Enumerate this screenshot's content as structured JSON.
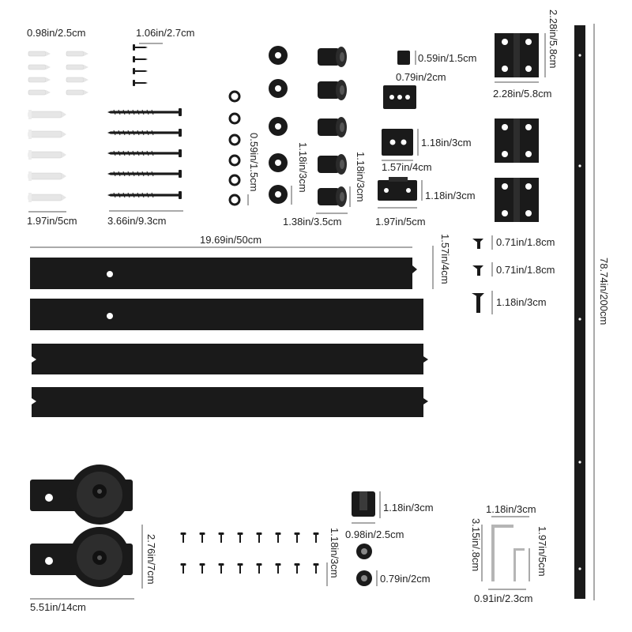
{
  "colors": {
    "hardware": "#1a1a1a",
    "plastic": "#e6e6e6",
    "steel": "#b5b5b5",
    "dimension_line": "#555555"
  },
  "labels": {
    "anchor_small": "0.98in/2.5cm",
    "small_screw": "1.06in/2.7cm",
    "anchor_large": "1.97in/5cm",
    "lag_screw": "3.66in/9.3cm",
    "washer_small": "0.59in/1.5cm",
    "washer_large": "1.18in/3cm",
    "spacer_height": "1.18in/3cm",
    "spacer_width": "1.38in/3.5cm",
    "stop_height": "0.59in/1.5cm",
    "stop_width": "0.79in/2cm",
    "plate_height": "1.18in/3cm",
    "plate_width": "1.57in/4cm",
    "plate_small_height": "1.18in/3cm",
    "plate_small_width": "1.97in/5cm",
    "hinge_height": "2.28in/5.8cm",
    "hinge_width": "2.28in/5.8cm",
    "bar_length": "19.69in/50cm",
    "bar_height": "1.57in/4cm",
    "bolt_1": "0.71in/1.8cm",
    "bolt_2": "0.71in/1.8cm",
    "bolt_3": "1.18in/3cm",
    "rail_length": "78.74in/200cm",
    "roller_height": "2.76in/7cm",
    "roller_width": "5.51in/14cm",
    "screws_height": "1.18in/3cm",
    "guide_height": "1.18in/3cm",
    "guide_width": "0.98in/2.5cm",
    "nut_size": "0.79in/2cm",
    "wrench_width": "1.18in/3cm",
    "wrench_large": "3.15in/.8cm",
    "wrench_small": "1.97in/5cm",
    "wrench_bottom": "0.91in/2.3cm"
  },
  "icons": [
    "wall-anchor-icon",
    "screw-icon",
    "washer-icon",
    "spacer-icon",
    "hinge-icon",
    "roller-icon",
    "hex-key-icon"
  ]
}
